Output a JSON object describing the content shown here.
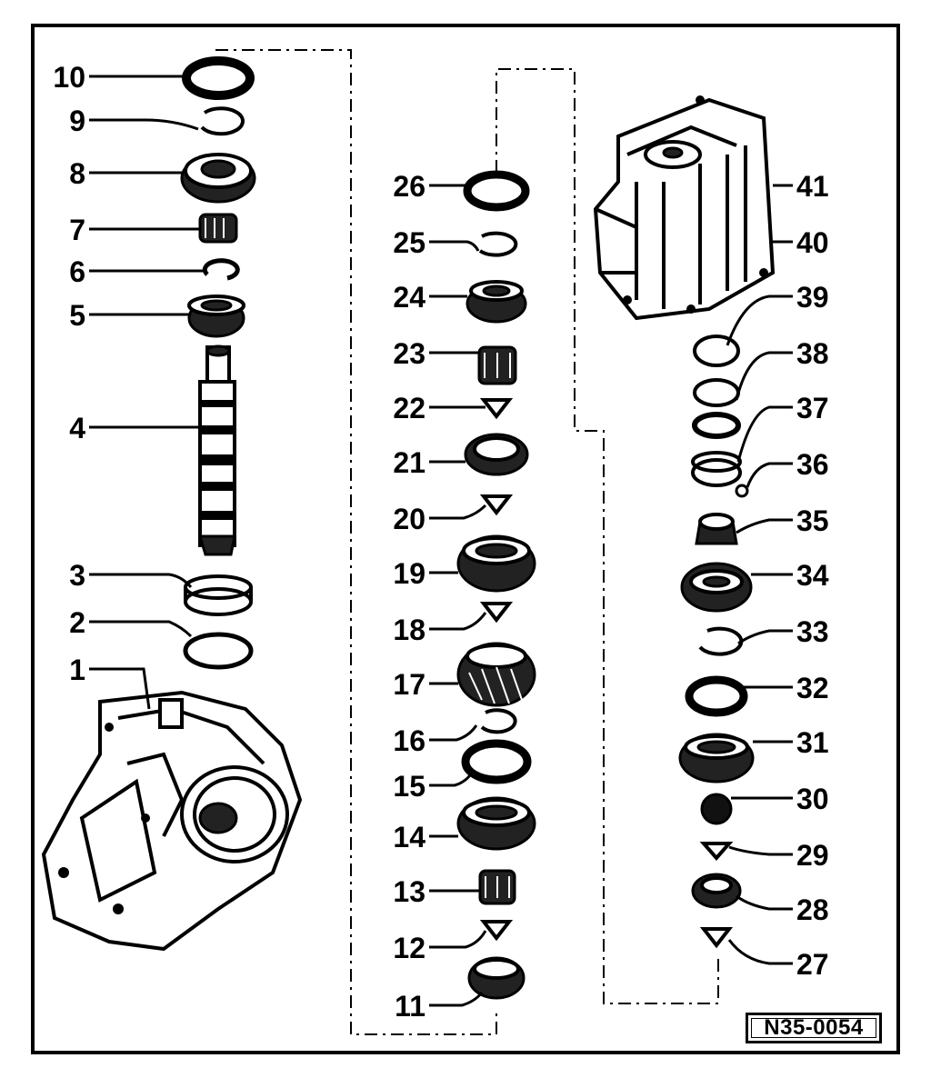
{
  "diagram": {
    "reference_code": "N35-0054",
    "parts": [
      {
        "number": "1",
        "icon": "transmission-housing-icon"
      },
      {
        "number": "2",
        "icon": "shim-ring-icon"
      },
      {
        "number": "3",
        "icon": "bearing-race-icon"
      },
      {
        "number": "4",
        "icon": "input-shaft-icon"
      },
      {
        "number": "5",
        "icon": "gear-icon"
      },
      {
        "number": "6",
        "icon": "circlip-icon"
      },
      {
        "number": "7",
        "icon": "needle-bearing-icon"
      },
      {
        "number": "8",
        "icon": "gear-icon"
      },
      {
        "number": "9",
        "icon": "circlip-icon"
      },
      {
        "number": "10",
        "icon": "synchro-ring-icon"
      },
      {
        "number": "11",
        "icon": "bearing-icon"
      },
      {
        "number": "12",
        "icon": "thrust-washer-icon"
      },
      {
        "number": "13",
        "icon": "needle-bearing-icon"
      },
      {
        "number": "14",
        "icon": "gear-icon"
      },
      {
        "number": "15",
        "icon": "synchro-ring-icon"
      },
      {
        "number": "16",
        "icon": "circlip-icon"
      },
      {
        "number": "17",
        "icon": "helical-gear-icon"
      },
      {
        "number": "18",
        "icon": "thrust-washer-icon"
      },
      {
        "number": "19",
        "icon": "gear-icon"
      },
      {
        "number": "20",
        "icon": "thrust-washer-icon"
      },
      {
        "number": "21",
        "icon": "bearing-icon"
      },
      {
        "number": "22",
        "icon": "thrust-washer-icon"
      },
      {
        "number": "23",
        "icon": "needle-bearing-icon"
      },
      {
        "number": "24",
        "icon": "gear-icon"
      },
      {
        "number": "25",
        "icon": "circlip-icon"
      },
      {
        "number": "26",
        "icon": "synchro-ring-icon"
      },
      {
        "number": "27",
        "icon": "thrust-washer-icon"
      },
      {
        "number": "28",
        "icon": "bearing-icon"
      },
      {
        "number": "29",
        "icon": "thrust-washer-icon"
      },
      {
        "number": "30",
        "icon": "needle-bearing-icon"
      },
      {
        "number": "31",
        "icon": "gear-icon"
      },
      {
        "number": "32",
        "icon": "synchro-ring-icon"
      },
      {
        "number": "33",
        "icon": "circlip-icon"
      },
      {
        "number": "34",
        "icon": "gear-icon"
      },
      {
        "number": "35",
        "icon": "bearing-icon"
      },
      {
        "number": "36",
        "icon": "ball-icon"
      },
      {
        "number": "37",
        "icon": "bearing-race-icon"
      },
      {
        "number": "38",
        "icon": "shim-ring-icon"
      },
      {
        "number": "39",
        "icon": "shim-disc-icon"
      },
      {
        "number": "40",
        "icon": "transmission-cover-icon"
      },
      {
        "number": "41",
        "icon": "transmission-cover-icon"
      }
    ]
  }
}
